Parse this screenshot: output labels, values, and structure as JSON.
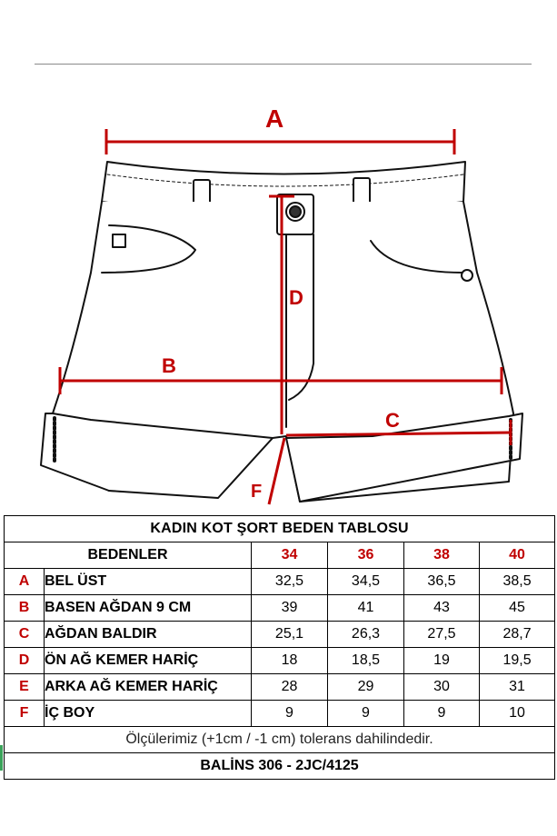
{
  "diagram": {
    "labels": {
      "a": "A",
      "b": "B",
      "c": "C",
      "d": "D",
      "f": "F"
    }
  },
  "table": {
    "title": "KADIN KOT ŞORT BEDEN TABLOSU",
    "header_label": "BEDENLER",
    "sizes": [
      "34",
      "36",
      "38",
      "40"
    ],
    "rows": [
      {
        "letter": "A",
        "name": "BEL ÜST",
        "values": [
          "32,5",
          "34,5",
          "36,5",
          "38,5"
        ]
      },
      {
        "letter": "B",
        "name": "BASEN AĞDAN 9 CM",
        "values": [
          "39",
          "41",
          "43",
          "45"
        ]
      },
      {
        "letter": "C",
        "name": "AĞDAN BALDIR",
        "values": [
          "25,1",
          "26,3",
          "27,5",
          "28,7"
        ]
      },
      {
        "letter": "D",
        "name": "ÖN AĞ KEMER HARİÇ",
        "values": [
          "18",
          "18,5",
          "19",
          "19,5"
        ]
      },
      {
        "letter": "E",
        "name": "ARKA AĞ KEMER HARİÇ",
        "values": [
          "28",
          "29",
          "30",
          "31"
        ]
      },
      {
        "letter": "F",
        "name": "İÇ BOY",
        "values": [
          "9",
          "9",
          "9",
          "10"
        ]
      }
    ],
    "note": "Ölçülerimiz (+1cm / -1 cm) tolerans dahilindedir.",
    "product_code": "BALİNS 306 - 2JC/4125"
  },
  "colors": {
    "accent_red": "#c00000",
    "line_black": "#000000"
  }
}
